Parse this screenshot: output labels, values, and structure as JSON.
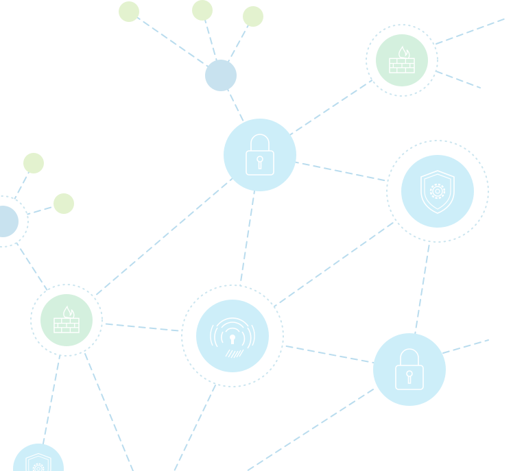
{
  "palette": {
    "background": "#ffffff",
    "edge": "#b9dcee",
    "security_node": "#cdeef9",
    "firewall_node": "#d4f0de",
    "hub_node": "#c8e2ef",
    "leaf_node": "#e3f2cf",
    "halo": "#cbe5ef",
    "icon_stroke": "#ffffff"
  },
  "nodes": [
    {
      "id": "lock-top",
      "kind": "security",
      "icon": "padlock-icon"
    },
    {
      "id": "shield-right",
      "kind": "security",
      "icon": "shield-gear-icon"
    },
    {
      "id": "fingerprint-center",
      "kind": "security",
      "icon": "fingerprint-icon"
    },
    {
      "id": "lock-bottom-right",
      "kind": "security",
      "icon": "padlock-icon"
    },
    {
      "id": "shield-bottom-left",
      "kind": "security",
      "icon": "shield-gear-icon"
    },
    {
      "id": "firewall-top-right",
      "kind": "firewall",
      "icon": "firewall-icon"
    },
    {
      "id": "firewall-left",
      "kind": "firewall",
      "icon": "firewall-icon"
    },
    {
      "id": "hub-top",
      "kind": "hub",
      "icon": ""
    },
    {
      "id": "hub-left",
      "kind": "hub",
      "icon": ""
    },
    {
      "id": "leaf-1",
      "kind": "leaf",
      "icon": ""
    },
    {
      "id": "leaf-2",
      "kind": "leaf",
      "icon": ""
    },
    {
      "id": "leaf-3",
      "kind": "leaf",
      "icon": ""
    },
    {
      "id": "leaf-4",
      "kind": "leaf",
      "icon": ""
    },
    {
      "id": "leaf-5",
      "kind": "leaf",
      "icon": ""
    }
  ],
  "edges": [
    [
      "hub-top",
      "leaf-1"
    ],
    [
      "hub-top",
      "leaf-2"
    ],
    [
      "hub-top",
      "leaf-3"
    ],
    [
      "hub-top",
      "lock-top"
    ],
    [
      "lock-top",
      "firewall-top-right"
    ],
    [
      "lock-top",
      "shield-right"
    ],
    [
      "lock-top",
      "firewall-left"
    ],
    [
      "lock-top",
      "fingerprint-center"
    ],
    [
      "shield-right",
      "fingerprint-center"
    ],
    [
      "shield-right",
      "lock-bottom-right"
    ],
    [
      "fingerprint-center",
      "firewall-left"
    ],
    [
      "fingerprint-center",
      "lock-bottom-right"
    ],
    [
      "hub-left",
      "leaf-4"
    ],
    [
      "hub-left",
      "leaf-5"
    ],
    [
      "hub-left",
      "firewall-left"
    ],
    [
      "firewall-left",
      "shield-bottom-left"
    ]
  ]
}
